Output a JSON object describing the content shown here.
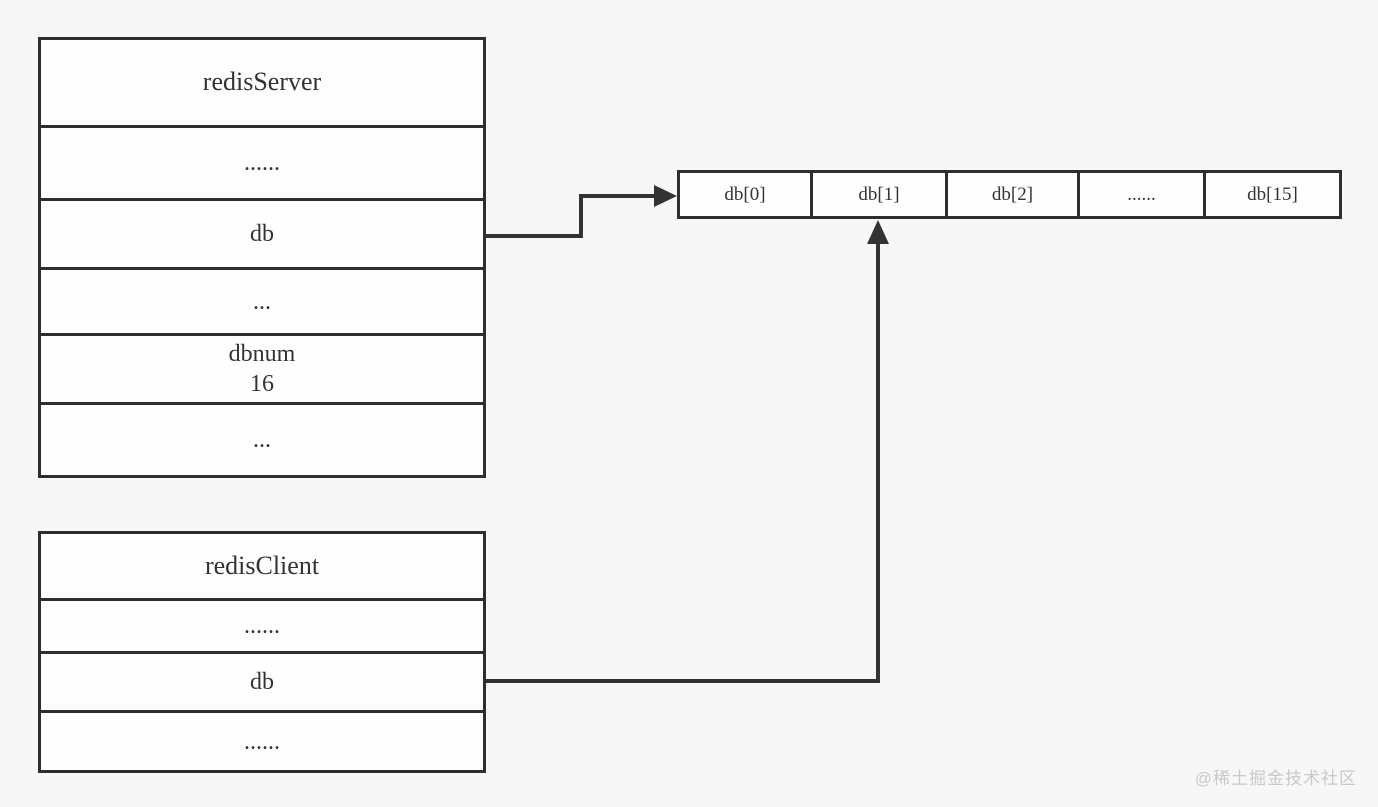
{
  "colors": {
    "background": "#f7f7f7",
    "line": "#333333",
    "border": "#2e2e2e",
    "cell_fill": "#fefefe",
    "watermark": "#c9c9c9"
  },
  "server_struct": {
    "title": "redisServer",
    "rows": [
      {
        "lines": [
          "......"
        ]
      },
      {
        "lines": [
          "db"
        ]
      },
      {
        "lines": [
          "..."
        ]
      },
      {
        "lines": [
          "dbnum",
          "16"
        ]
      },
      {
        "lines": [
          "..."
        ]
      }
    ]
  },
  "client_struct": {
    "title": "redisClient",
    "rows": [
      {
        "lines": [
          "......"
        ]
      },
      {
        "lines": [
          "db"
        ]
      },
      {
        "lines": [
          "......"
        ]
      }
    ]
  },
  "db_array": {
    "cells": [
      "db[0]",
      "db[1]",
      "db[2]",
      "......",
      "db[15]"
    ]
  },
  "arrows": [
    {
      "name": "server-db-to-array",
      "from": "redisServer.db",
      "to": "db array left edge"
    },
    {
      "name": "client-db-to-db1",
      "from": "redisClient.db",
      "to": "db[1] bottom edge"
    }
  ],
  "watermark": "@稀土掘金技术社区"
}
